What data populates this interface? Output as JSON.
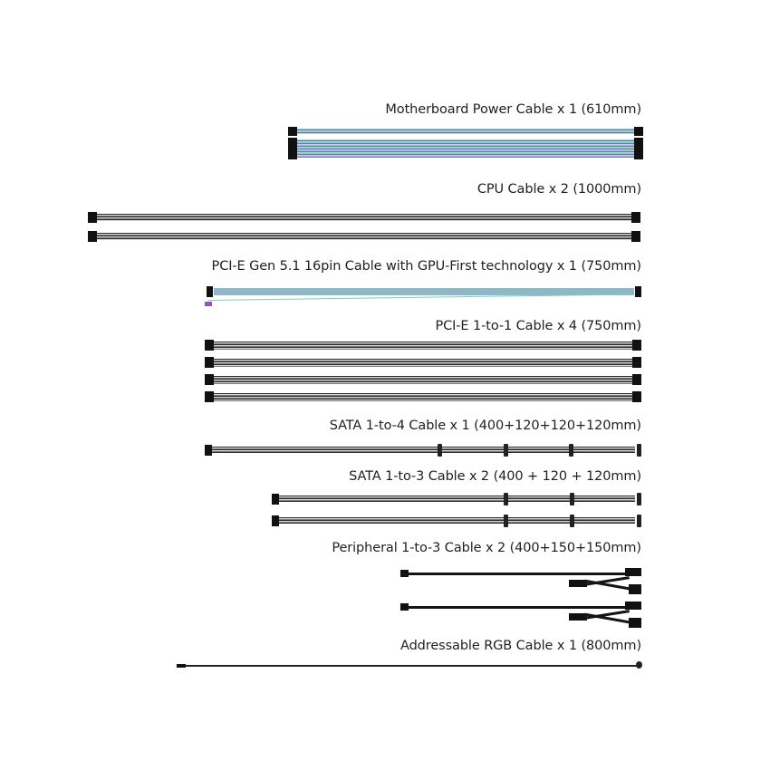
{
  "cables": [
    {
      "label": "Motherboard Power  Cable x 1 (610mm)"
    },
    {
      "label": "CPU Cable x 2 (1000mm)"
    },
    {
      "label": "PCI-E Gen 5.1 16pin Cable with GPU-First technology x 1 (750mm)"
    },
    {
      "label": "PCI-E 1-to-1 Cable x 4 (750mm)"
    },
    {
      "label": "SATA 1-to-4 Cable x 1 (400+120+120+120mm)"
    },
    {
      "label": "SATA 1-to-3 Cable x 2 (400 + 120 + 120mm)"
    },
    {
      "label": "Peripheral 1-to-3 Cable x 2 (400+150+150mm)"
    },
    {
      "label": "Addressable RGB Cable x 1 (800mm)"
    }
  ],
  "colors": {
    "sleeve_dark": "#2a2a2a",
    "sleeve_light": "#d8d8d8",
    "rgb_teal": "#6fd3c4",
    "rgb_purple": "#a05ab8",
    "connector": "#111111"
  }
}
